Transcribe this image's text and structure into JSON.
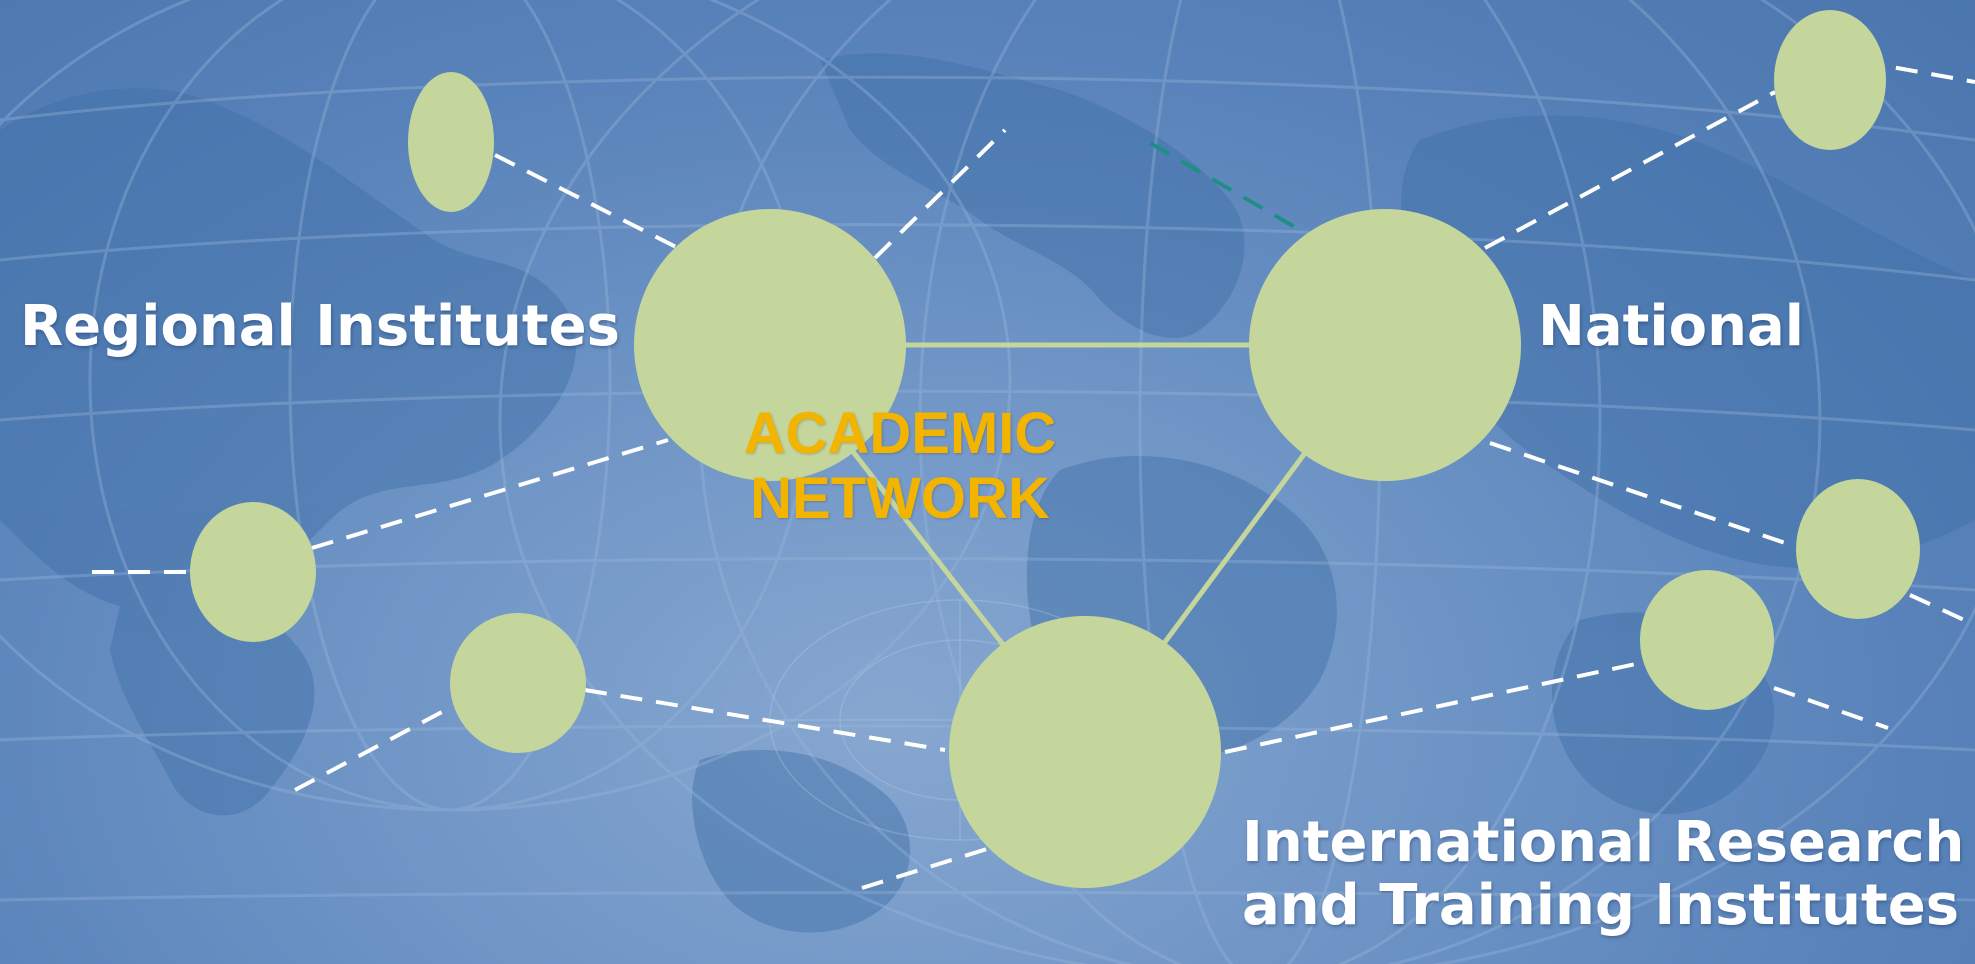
{
  "diagram": {
    "center_title_line1": "ACADEMIC",
    "center_title_line2": "NETWORK",
    "labels": {
      "regional": "Regional Institutes",
      "national": "National",
      "international_line1": "International Research",
      "international_line2": "and Training Institutes"
    }
  },
  "colors": {
    "node_fill": "#c4d69c",
    "hub_link": "#c4d69c",
    "dashed_link": "#ffffff",
    "accent_dashed_link": "#1f8f86",
    "title_text": "#f3b400",
    "label_text": "#ffffff",
    "background": "#5a86bb"
  }
}
